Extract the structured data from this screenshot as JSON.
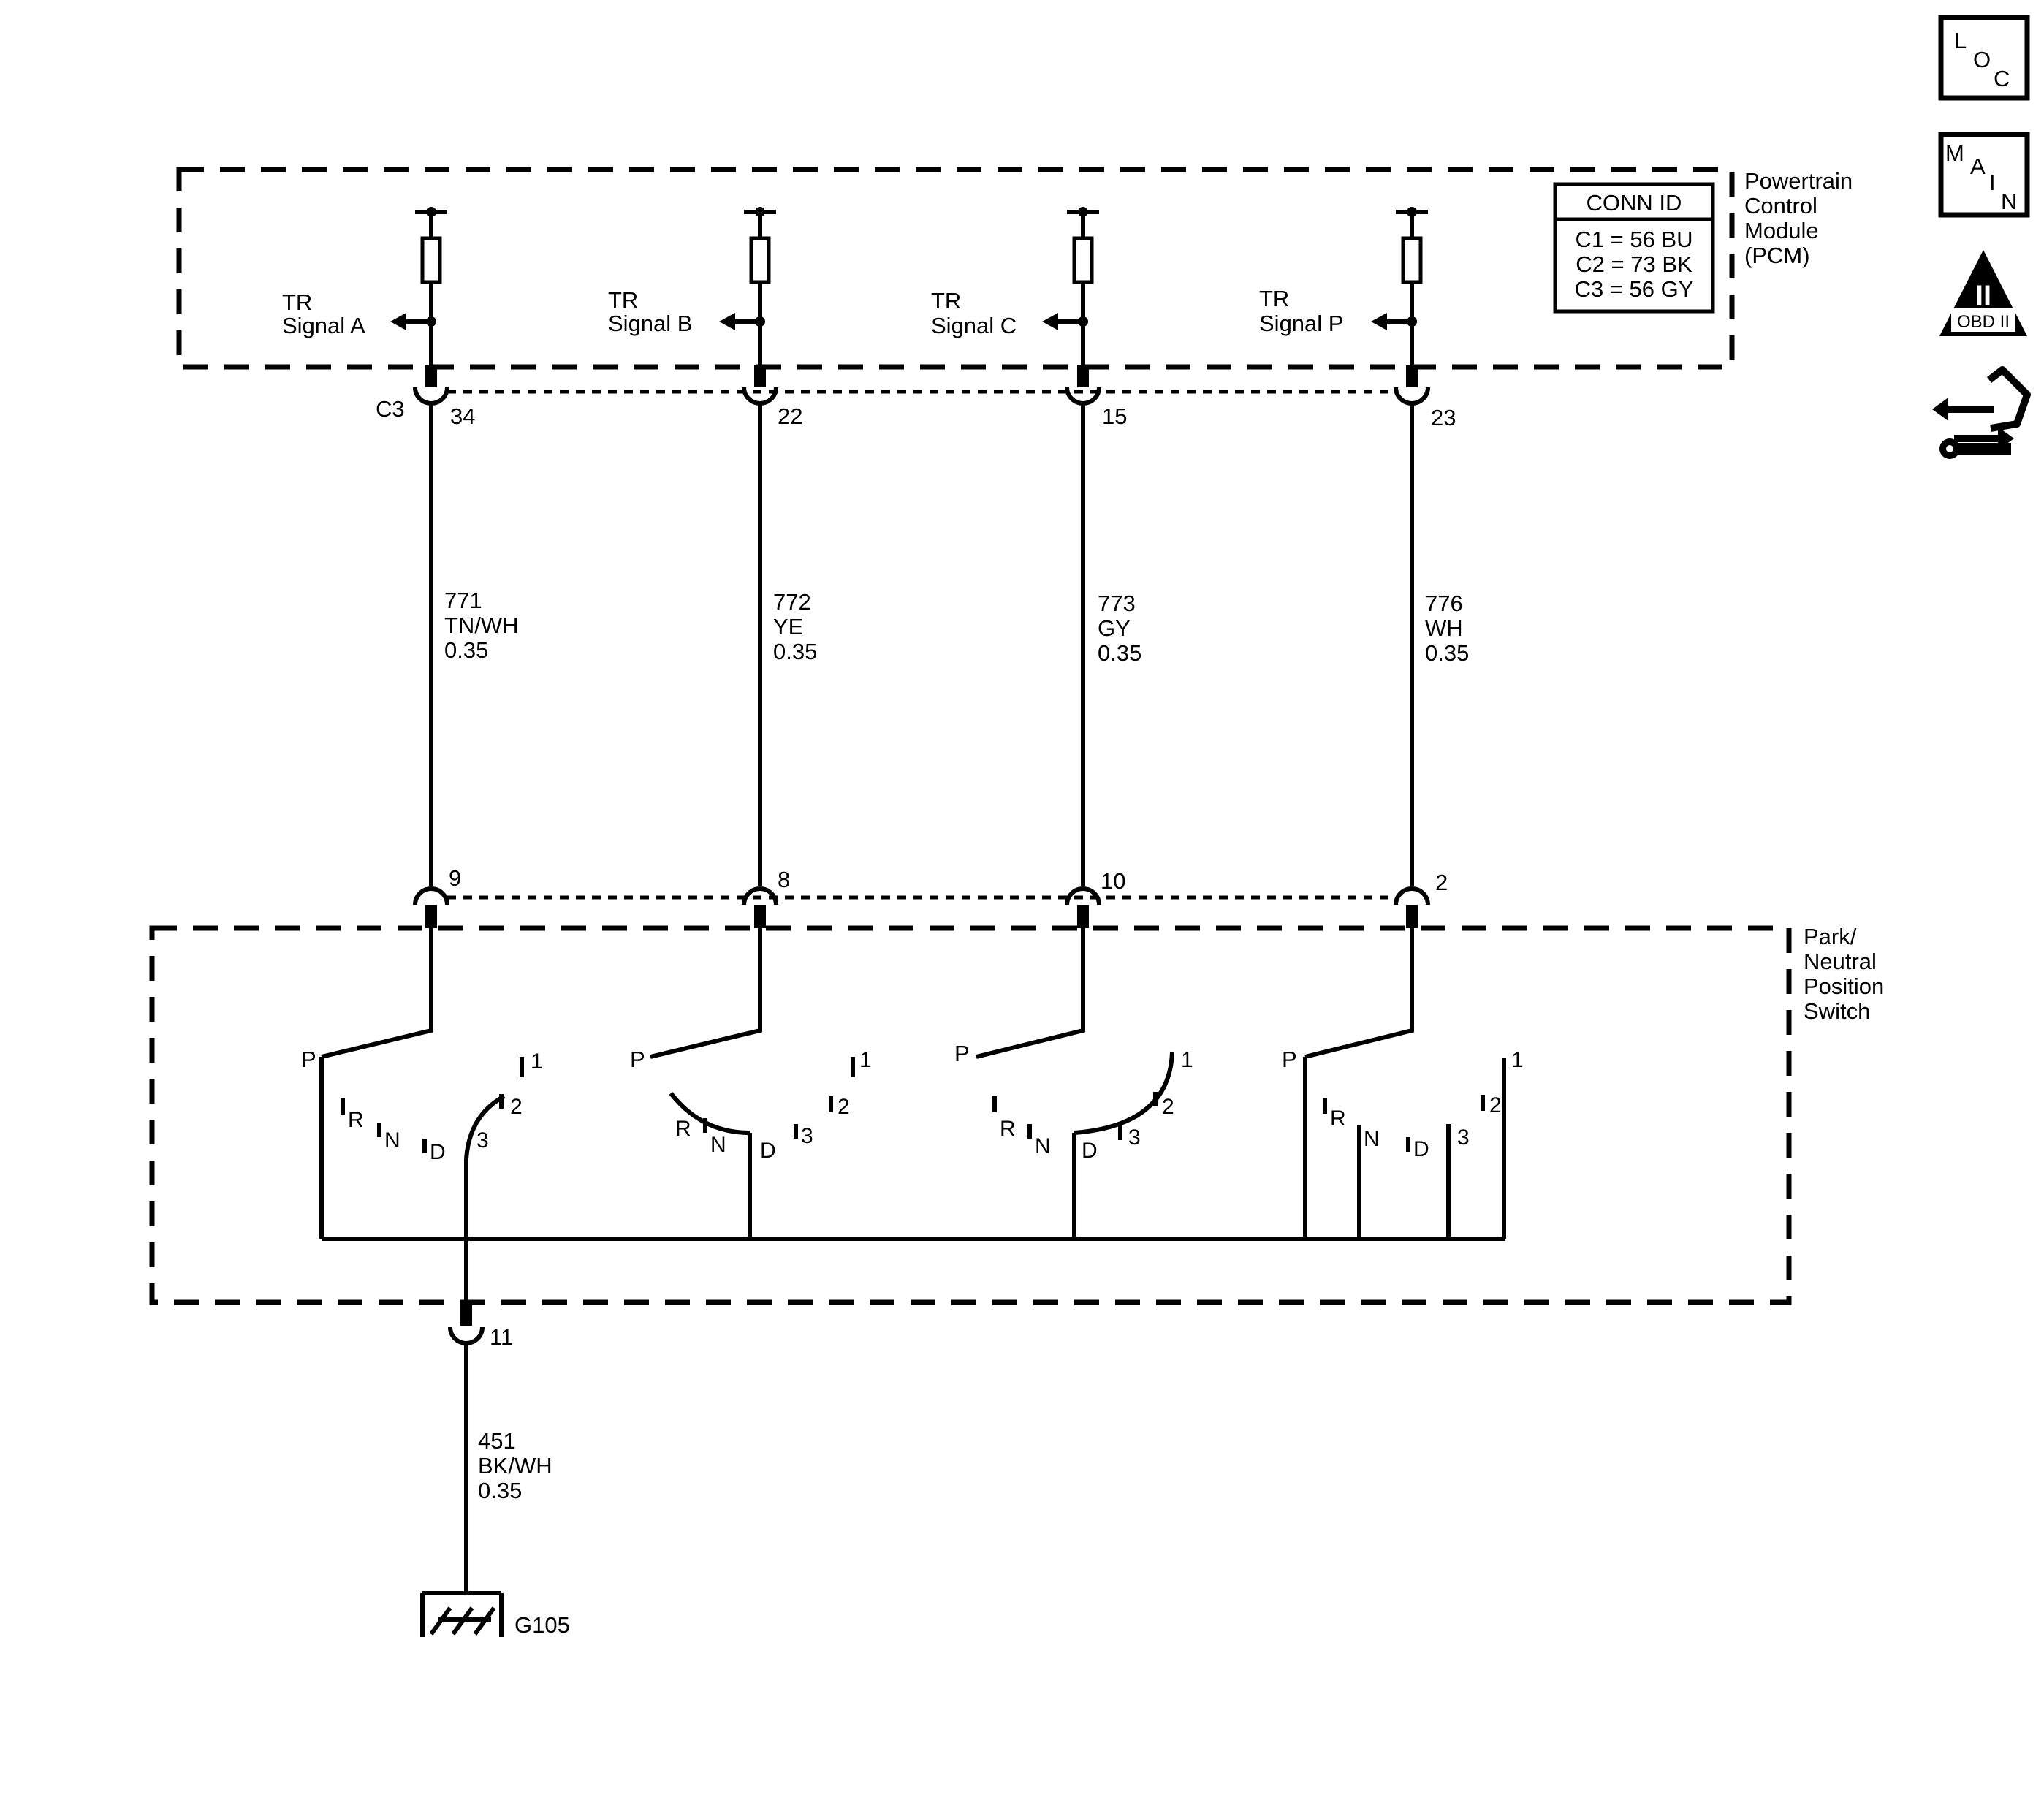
{
  "pcm": {
    "name_lines": [
      "Powertrain",
      "Control",
      "Module",
      "(PCM)"
    ],
    "conn_id": {
      "title": "CONN ID",
      "rows": [
        "C1 = 56 BU",
        "C2 = 73 BK",
        "C3 = 56 GY"
      ]
    },
    "connector": "C3",
    "signals": [
      {
        "line1": "TR",
        "line2": "Signal A",
        "pin": "34"
      },
      {
        "line1": "TR",
        "line2": "Signal B",
        "pin": "22"
      },
      {
        "line1": "TR",
        "line2": "Signal C",
        "pin": "15"
      },
      {
        "line1": "TR",
        "line2": "Signal P",
        "pin": "23"
      }
    ]
  },
  "wires": [
    {
      "circuit": "771",
      "color": "TN/WH",
      "gauge": "0.35",
      "switch_pin": "9"
    },
    {
      "circuit": "772",
      "color": "YE",
      "gauge": "0.35",
      "switch_pin": "8"
    },
    {
      "circuit": "773",
      "color": "GY",
      "gauge": "0.35",
      "switch_pin": "10"
    },
    {
      "circuit": "776",
      "color": "WH",
      "gauge": "0.35",
      "switch_pin": "2"
    }
  ],
  "switch": {
    "name_lines": [
      "Park/",
      "Neutral",
      "Position",
      "Switch"
    ],
    "positions": [
      "P",
      "R",
      "N",
      "D",
      "3",
      "2",
      "1"
    ],
    "ground_pin": "11"
  },
  "ground_wire": {
    "circuit": "451",
    "color": "BK/WH",
    "gauge": "0.35"
  },
  "ground": {
    "label": "G105"
  },
  "side_icons": {
    "loc": [
      "L",
      "O",
      "C"
    ],
    "main": [
      "M",
      "A",
      "I",
      "N"
    ],
    "obd": {
      "numeral": "II",
      "label": "OBD II"
    },
    "service_icon": "connector-wrench-icon"
  }
}
